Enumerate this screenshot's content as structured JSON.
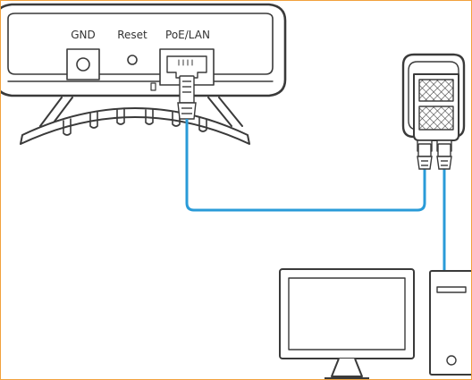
{
  "labels": {
    "gnd": "GND",
    "reset": "Reset",
    "poe_lan": "PoE/LAN"
  },
  "colors": {
    "frame_border": "#f2a23c",
    "cable": "#2a9bd8",
    "outline": "#3a3a3a",
    "background": "#ffffff"
  },
  "icons": {
    "device": "outdoor-ap-device-icon",
    "injector": "poe-injector-icon",
    "monitor": "monitor-icon",
    "pc_tower": "pc-tower-icon"
  }
}
